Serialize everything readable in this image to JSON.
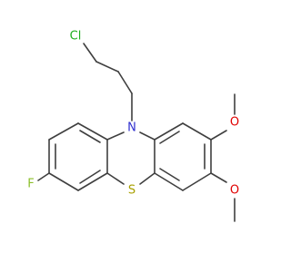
{
  "atoms": {
    "chlorine": {
      "label": "Cl",
      "color": "#1fae1f"
    },
    "nitrogen": {
      "label": "N",
      "color": "#2f2fcf"
    },
    "sulfur": {
      "label": "S",
      "color": "#a8a000"
    },
    "fluorine": {
      "label": "F",
      "color": "#8bbf2a"
    },
    "oxygen_upper": {
      "label": "O",
      "color": "#e00000"
    },
    "oxygen_lower": {
      "label": "O",
      "color": "#e00000"
    }
  },
  "colors": {
    "bond": "#3f3f3f",
    "background": "#ffffff"
  }
}
